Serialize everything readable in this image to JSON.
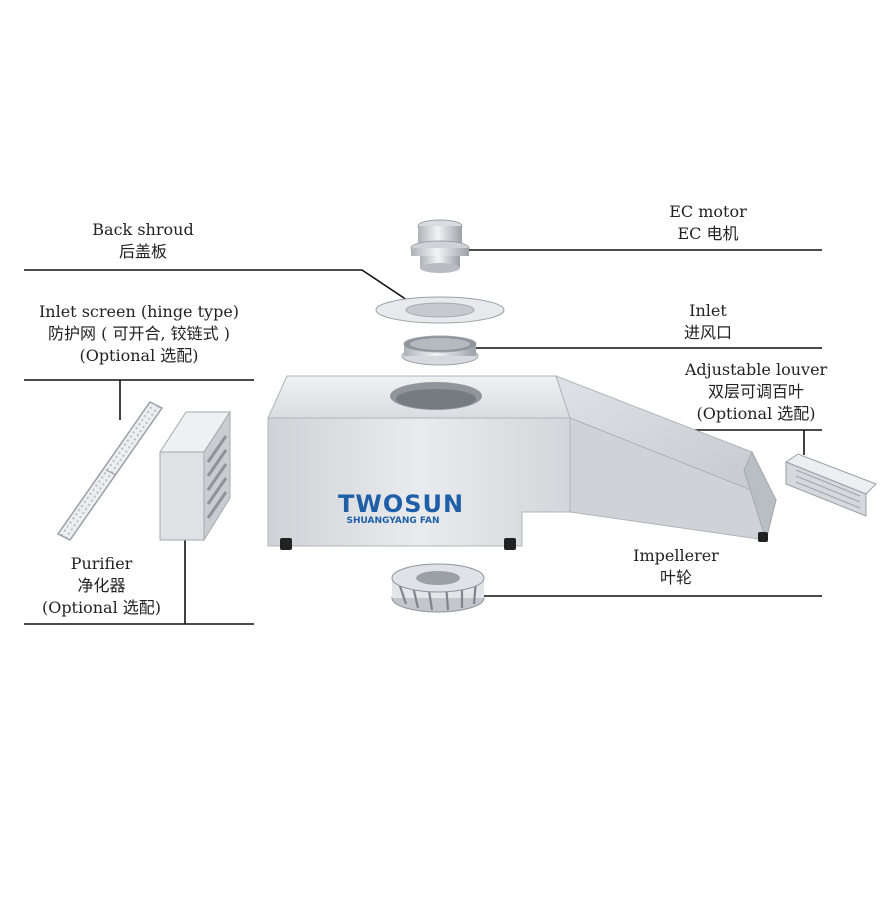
{
  "brand": {
    "logo_text": "TWOSUN",
    "logo_subtext": "SHUANGYANG FAN",
    "logo_color": "#1f5fa8"
  },
  "labels": {
    "back_shroud": {
      "en": "Back shroud",
      "cn": "后盖板"
    },
    "inlet_screen": {
      "en": "Inlet screen (hinge type)",
      "cn": "防护网 ( 可开合, 铰链式 )",
      "opt": "(Optional 选配)"
    },
    "purifier": {
      "en": "Purifier",
      "cn": "净化器",
      "opt": "(Optional 选配)"
    },
    "ec_motor": {
      "en": "EC motor",
      "cn": "EC 电机"
    },
    "inlet": {
      "en": "Inlet",
      "cn": "进风口"
    },
    "louver": {
      "en": "Adjustable louver",
      "cn": "双层可调百叶",
      "opt": "(Optional 选配)"
    },
    "impeller": {
      "en": "Impellerer",
      "cn": "叶轮"
    }
  },
  "colors": {
    "line": "#111111",
    "metal_light": "#e4e6e9",
    "metal_mid": "#c9ccd1",
    "metal_dark": "#9aa0a6"
  }
}
